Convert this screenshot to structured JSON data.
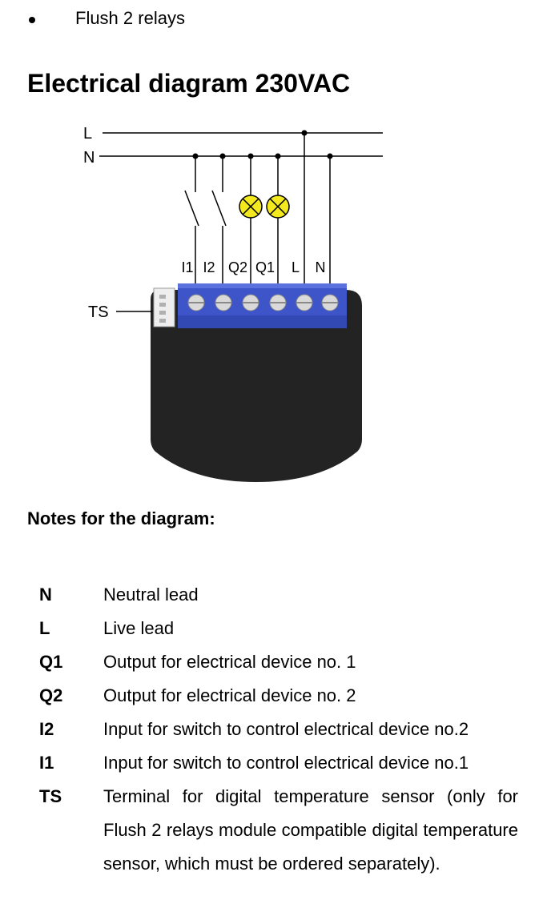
{
  "bullet": {
    "text": "Flush 2 relays"
  },
  "heading": "Electrical diagram 230VAC",
  "diagram": {
    "supply_labels": {
      "live": "L",
      "neutral": "N"
    },
    "terminal_labels": [
      "I1",
      "I2",
      "Q2",
      "Q1",
      "L",
      "N"
    ],
    "sensor_label": "TS",
    "colors": {
      "terminal_block": "#3d55c8",
      "module_body": "#232323",
      "lamp_fill": "#f3e91e",
      "wire": "#000000",
      "sensor_connector": "#eeeeee"
    }
  },
  "notes_heading": "Notes for the diagram:",
  "notes": [
    {
      "term": "N",
      "desc": "Neutral lead"
    },
    {
      "term": "L",
      "desc": "Live lead"
    },
    {
      "term": "Q1",
      "desc": "Output for electrical device no. 1"
    },
    {
      "term": "Q2",
      "desc": "Output for electrical device no. 2"
    },
    {
      "term": "I2",
      "desc": "Input for switch to control electrical device no.2"
    },
    {
      "term": "I1",
      "desc": "Input for switch to control electrical device no.1"
    },
    {
      "term": "TS",
      "desc": "Terminal for digital temperature sensor (only for Flush 2 relays module compatible digital temperature sensor, which must be ordered separately)."
    }
  ]
}
